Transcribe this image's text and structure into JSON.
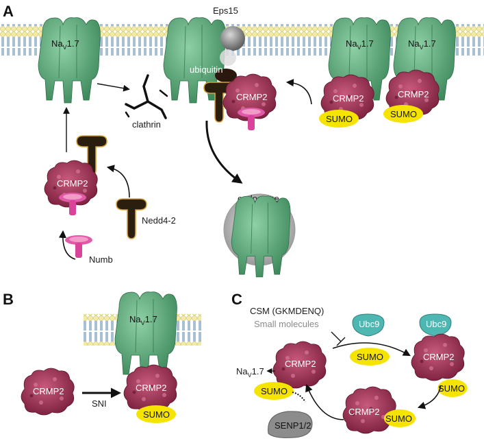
{
  "panels": {
    "a": "A",
    "b": "B",
    "c": "C"
  },
  "labels": {
    "nav": "Na",
    "nav_sub": "V",
    "nav_rest": "1.7",
    "crmp2": "CRMP2",
    "sumo": "SUMO",
    "eps15": "Eps15",
    "ubiquitin": "ubiquitin",
    "clathrin": "clathrin",
    "endosome": "endosome",
    "nedd4": "Nedd4-2",
    "numb": "Numb",
    "sni": "SNI",
    "csm": "CSM (GKMDENQ)",
    "small_molecules": "Small molecules",
    "ubc9": "Ubc9",
    "senp": "SENP1/2"
  },
  "colors": {
    "channel": "#4f9e6e",
    "crmp2": "#a8375a",
    "sumo": "#f5e400",
    "nedd4": "#3a2a14",
    "numb": "#d9449a",
    "ubc9": "#4fb7b2",
    "senp": "#8c8c8c",
    "membrane_head": "#f3eca0",
    "membrane_tail": "#6d93b3"
  }
}
